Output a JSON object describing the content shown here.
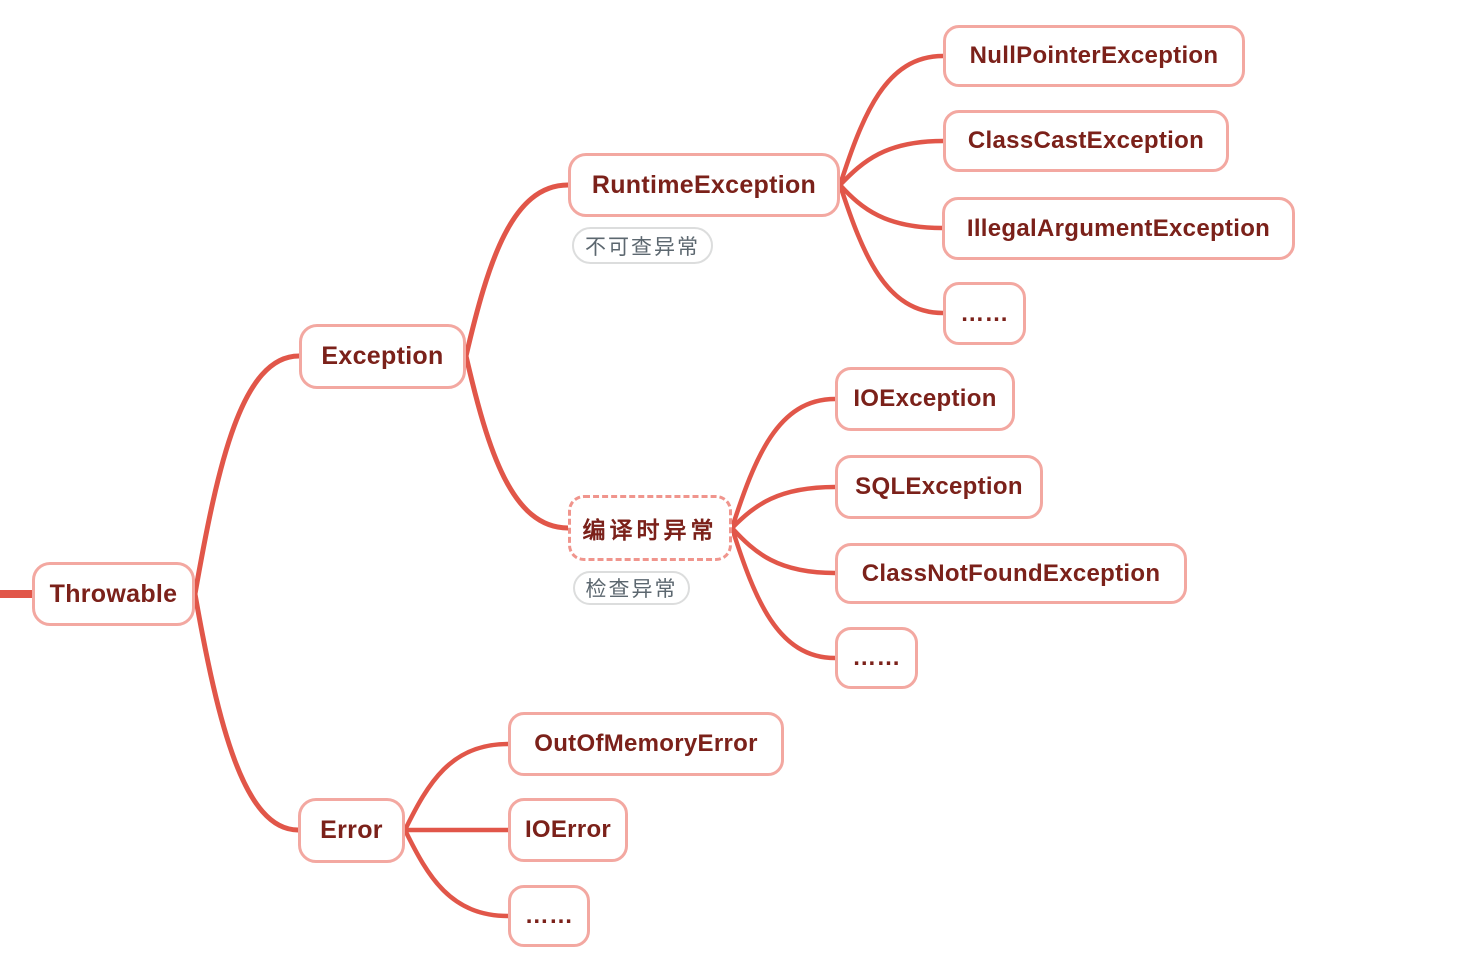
{
  "colors": {
    "edge": "#e15649",
    "node-border": "#f3a8a1",
    "dashed-border": "#f0958d",
    "node-text": "#7b211a",
    "tag-border": "#dcdddd",
    "tag-text": "#5c676f"
  },
  "nodes": {
    "root": {
      "label": "Throwable"
    },
    "exception": {
      "label": "Exception"
    },
    "runtime": {
      "label": "RuntimeException",
      "tag": "不可查异常"
    },
    "compile": {
      "label": "编译时异常",
      "tag": "检查异常"
    },
    "error": {
      "label": "Error"
    },
    "runtime_children": [
      "NullPointerException",
      "ClassCastException",
      "IllegalArgumentException",
      "……"
    ],
    "compile_children": [
      "IOException",
      "SQLException",
      "ClassNotFoundException",
      "……"
    ],
    "error_children": [
      "OutOfMemoryError",
      "IOError",
      "……"
    ]
  }
}
